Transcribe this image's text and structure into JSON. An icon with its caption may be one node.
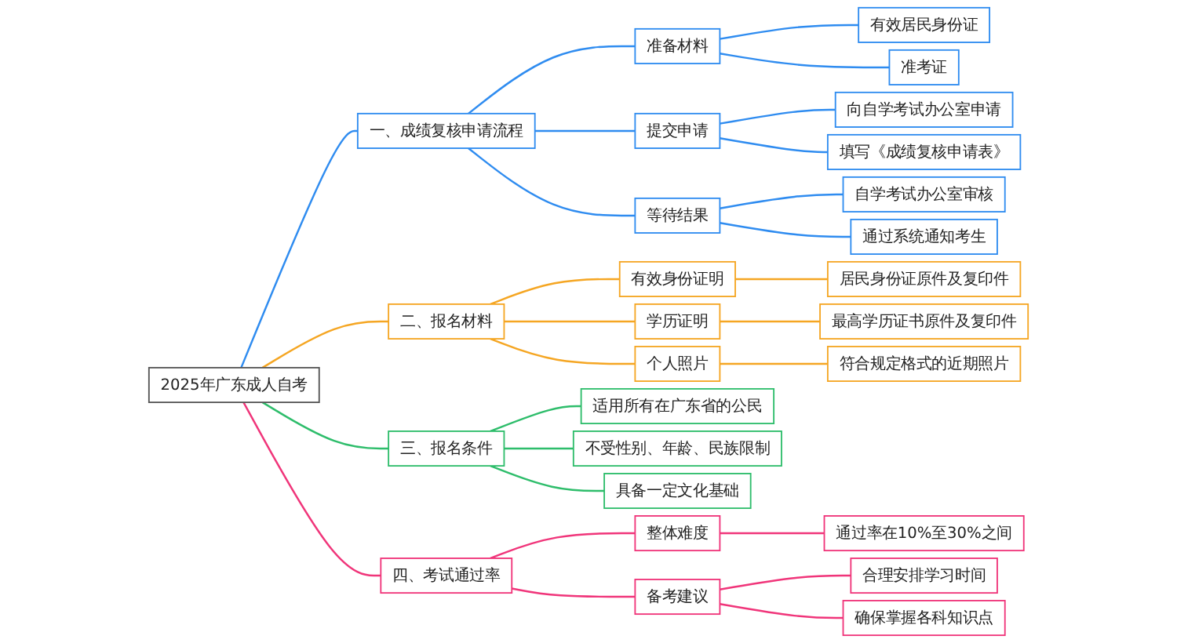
{
  "diagram": {
    "nodes": [
      {
        "text": [
          "2025年广东成人自考"
        ]
      },
      {
        "text": [
          "一、成绩复核申请流程"
        ]
      },
      {
        "text": [
          "准备材料"
        ]
      },
      {
        "text": [
          "有效居民身份证"
        ]
      },
      {
        "text": [
          "准考证"
        ]
      },
      {
        "text": [
          "提交申请"
        ]
      },
      {
        "text": [
          "向自学考试办公室申请"
        ]
      },
      {
        "text": [
          "填写《成绩复核申请表》"
        ]
      },
      {
        "text": [
          "等待结果"
        ]
      },
      {
        "text": [
          "自学考试办公室审核"
        ]
      },
      {
        "text": [
          "通过系统通知考生"
        ]
      },
      {
        "text": [
          "二、报名材料"
        ]
      },
      {
        "text": [
          "有效身份证明"
        ]
      },
      {
        "text": [
          "居民身份证原件及复印件"
        ]
      },
      {
        "text": [
          "学历证明"
        ]
      },
      {
        "text": [
          "最高学历证书原件及复印件"
        ]
      },
      {
        "text": [
          "个人照片"
        ]
      },
      {
        "text": [
          "符合规定格式的近期照片"
        ]
      },
      {
        "text": [
          "三、报名条件"
        ]
      },
      {
        "text": [
          "适用所有在广东省的公民"
        ]
      },
      {
        "text": [
          "不受性别、年龄、民族限制"
        ]
      },
      {
        "text": [
          "具备一定文化基础"
        ]
      },
      {
        "text": [
          "四、考试通过率"
        ]
      },
      {
        "text": [
          "整体难度"
        ]
      },
      {
        "text": [
          "通过率在10%至30%之间"
        ]
      },
      {
        "text": [
          "备考建议"
        ]
      },
      {
        "text": [
          "合理安排学习时间"
        ]
      },
      {
        "text": [
          "确保掌握各科知识点"
        ]
      }
    ],
    "edges": [
      {
        "from": 0,
        "to": 1,
        "arrow": "none"
      },
      {
        "from": 1,
        "to": 2,
        "arrow": "none"
      },
      {
        "from": 2,
        "to": 3,
        "arrow": "none"
      },
      {
        "from": 2,
        "to": 4,
        "arrow": "none"
      },
      {
        "from": 1,
        "to": 5,
        "arrow": "none"
      },
      {
        "from": 5,
        "to": 6,
        "arrow": "none"
      },
      {
        "from": 5,
        "to": 7,
        "arrow": "none"
      },
      {
        "from": 1,
        "to": 8,
        "arrow": "none"
      },
      {
        "from": 8,
        "to": 9,
        "arrow": "none"
      },
      {
        "from": 8,
        "to": 10,
        "arrow": "none"
      },
      {
        "from": 0,
        "to": 11,
        "arrow": "none",
        "color": "#f5a623"
      },
      {
        "from": 11,
        "to": 12,
        "arrow": "none",
        "color": "#f5a623"
      },
      {
        "from": 12,
        "to": 13,
        "arrow": "none",
        "color": "#f5a623"
      },
      {
        "from": 11,
        "to": 14,
        "arrow": "none",
        "color": "#f5a623"
      },
      {
        "from": 14,
        "to": 15,
        "arrow": "none",
        "color": "#f5a623"
      },
      {
        "from": 11,
        "to": 16,
        "arrow": "none",
        "color": "#f5a623"
      },
      {
        "from": 16,
        "to": 17,
        "arrow": "none",
        "color": "#f5a623"
      },
      {
        "from": 0,
        "to": 18,
        "arrow": "none",
        "color": "#2ebd6b"
      },
      {
        "from": 18,
        "to": 19,
        "arrow": "none",
        "color": "#2ebd6b"
      },
      {
        "from": 18,
        "to": 20,
        "arrow": "none",
        "color": "#2ebd6b"
      },
      {
        "from": 18,
        "to": 21,
        "arrow": "none",
        "color": "#2ebd6b"
      },
      {
        "from": 0,
        "to": 22,
        "arrow": "none",
        "color": "#f0357a"
      },
      {
        "from": 22,
        "to": 23,
        "arrow": "none",
        "color": "#f0357a"
      },
      {
        "from": 23,
        "to": 24,
        "arrow": "none",
        "color": "#f0357a"
      },
      {
        "from": 22,
        "to": 25,
        "arrow": "none",
        "color": "#f0357a"
      },
      {
        "from": 25,
        "to": 26,
        "arrow": "none",
        "color": "#f0357a"
      },
      {
        "from": 25,
        "to": 27,
        "arrow": "none",
        "color": "#f0357a"
      }
    ]
  }
}
